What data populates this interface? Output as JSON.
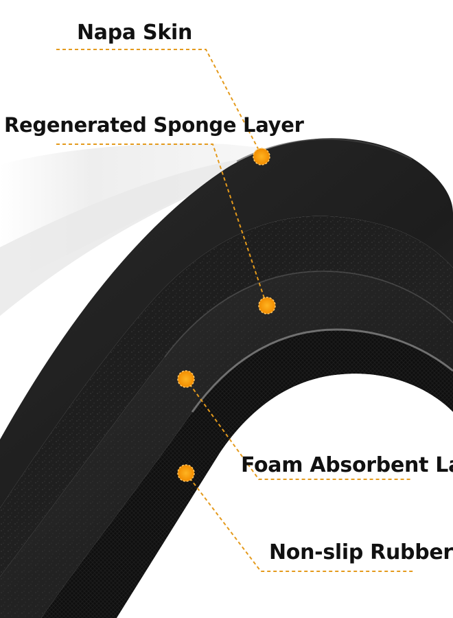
{
  "labels": {
    "napa_skin": "Napa Skin",
    "regenerated_sponge": "Regenerated Sponge Layer",
    "foam_absorbent": "Foam Absorbent Layer",
    "non_slip_rubber": "Non-slip Rubber"
  },
  "colors": {
    "leader": "#e49a1c",
    "marker": "#f79d12",
    "layer_top": "#232323",
    "layer_sponge": "#151515",
    "layer_foam": "#1c1c1c",
    "layer_rubber": "#101010",
    "background_pad": "#f2f2f2"
  }
}
